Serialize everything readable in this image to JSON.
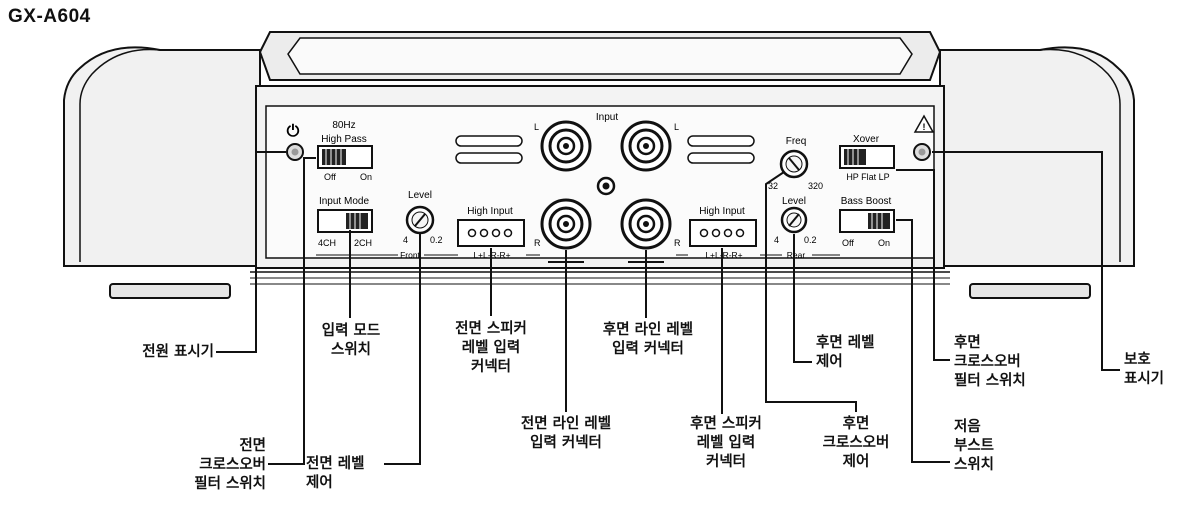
{
  "model_name": "GX-A604",
  "panel": {
    "hz_label": "80Hz",
    "high_pass_label": "High Pass",
    "off_label": "Off",
    "on_label": "On",
    "input_mode_label": "Input Mode",
    "mode_4ch": "4CH",
    "mode_2ch": "2CH",
    "level_label": "Level",
    "level_min": "4",
    "level_max": "0.2",
    "high_input_label": "High Input",
    "front_group": "Front",
    "rear_group": "Rear",
    "terminal_label": "L+L-R-R+",
    "input_label": "Input",
    "channel_l": "L",
    "channel_r": "R",
    "freq_label": "Freq",
    "freq_min": "32",
    "freq_max": "320",
    "xover_label": "Xover",
    "xover_options": "HP  Flat  LP",
    "bass_boost_label": "Bass Boost",
    "boost_off": "Off",
    "boost_on": "On"
  },
  "callouts": {
    "power_indicator": "전원 표시기",
    "input_mode_switch": "입력 모드\n스위치",
    "front_speaker_input": "전면 스피커\n레벨 입력\n커넥터",
    "rear_line_input": "후면 라인 레벨\n입력 커넥터",
    "rear_level_control": "후면 레벨\n제어",
    "rear_crossover_switch": "후면\n크로스오버\n필터 스위치",
    "protection_indicator": "보호\n표시기",
    "front_crossover_switch": "전면\n크로스오버\n필터 스위치",
    "front_level_control": "전면 레벨\n제어",
    "front_line_input": "전면 라인 레벨\n입력 커넥터",
    "rear_speaker_input": "후면 스피커\n레벨 입력\n커넥터",
    "rear_crossover_control": "후면\n크로스오버\n제어",
    "bass_boost_switch": "저음\n부스트\n스위치"
  }
}
